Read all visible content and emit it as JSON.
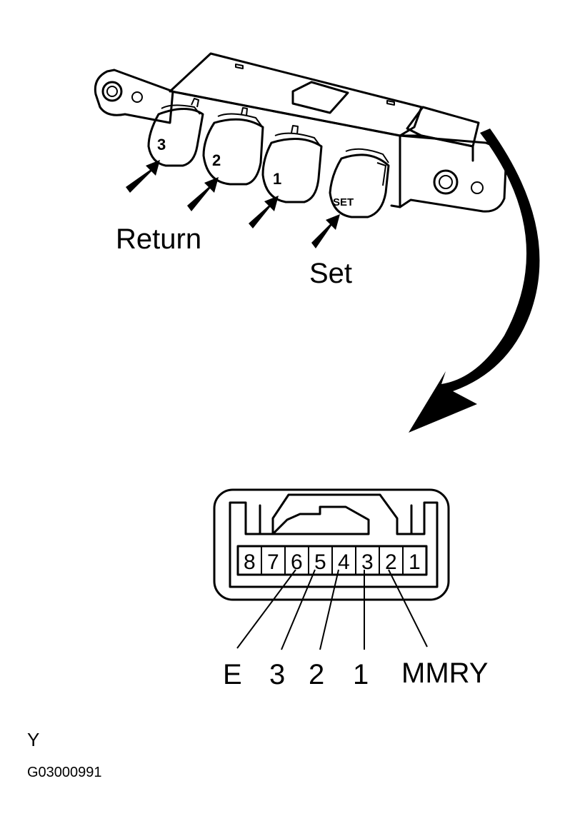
{
  "diagram": {
    "buttons": [
      "3",
      "2",
      "1",
      "SET"
    ],
    "callouts": {
      "return": "Return",
      "set": "Set"
    },
    "connector": {
      "pins": [
        "8",
        "7",
        "6",
        "5",
        "4",
        "3",
        "2",
        "1"
      ],
      "wire_labels": [
        "E",
        "3",
        "2",
        "1",
        "MMRY"
      ]
    },
    "corner_letter": "Y",
    "figure_code": "G03000991"
  }
}
